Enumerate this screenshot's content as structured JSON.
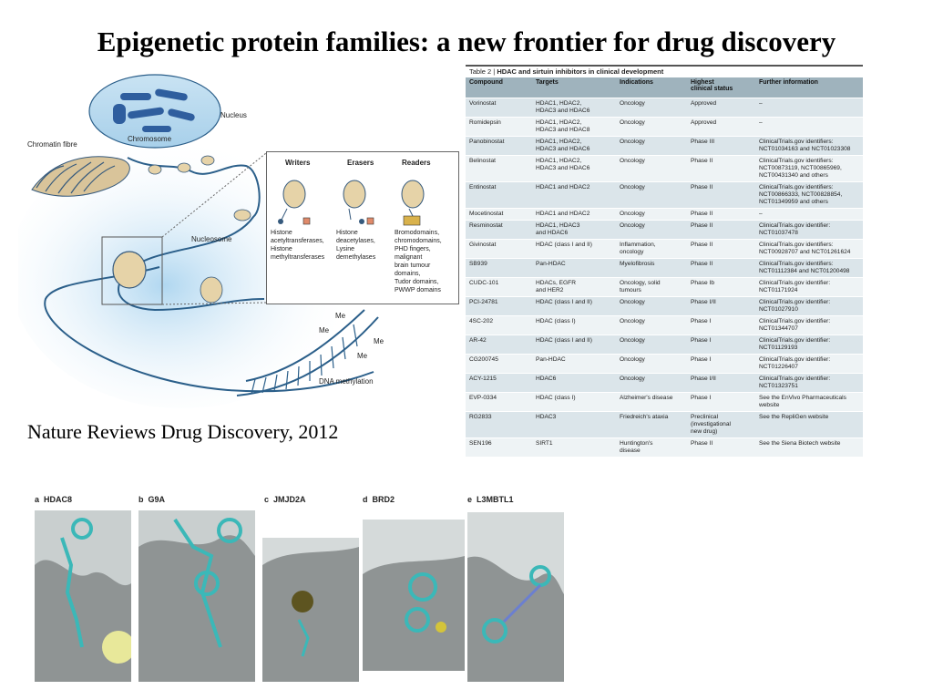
{
  "title": "Epigenetic protein families: a new frontier for drug discovery",
  "citation": "Nature Reviews Drug Discovery, 2012",
  "figure": {
    "labels": {
      "nucleus": "Nucleus",
      "chromatin_fibre": "Chromatin fibre",
      "chromosome": "Chromosome",
      "nucleosome": "Nucleosome",
      "dna_methylation": "DNA methylation",
      "me": "Me"
    },
    "writers": {
      "title": "Writers",
      "desc": "Histone\nacetyltransferases,\nHistone\nmethyltransferases"
    },
    "erasers": {
      "title": "Erasers",
      "desc": "Histone\ndeacetylases,\nLysine\ndemethylases"
    },
    "readers": {
      "title": "Readers",
      "desc": "Bromodomains,\nchromodomains,\nPHD fingers,\nmalignant\nbrain tumour\ndomains,\nTudor domains,\nPWWP domains"
    }
  },
  "table": {
    "caption_prefix": "Table 2 |",
    "caption_title": "HDAC and sirtuin inhibitors in clinical development",
    "headers": [
      "Compound",
      "Targets",
      "Indications",
      "Highest\nclinical status",
      "Further information"
    ],
    "rows": [
      [
        "Vorinostat",
        "HDAC1, HDAC2,\nHDAC3 and HDAC6",
        "Oncology",
        "Approved",
        "–"
      ],
      [
        "Romidepsin",
        "HDAC1, HDAC2,\nHDAC3 and HDAC8",
        "Oncology",
        "Approved",
        "–"
      ],
      [
        "Panobinostat",
        "HDAC1, HDAC2,\nHDAC3 and HDAC6",
        "Oncology",
        "Phase III",
        "ClinicalTrials.gov identifiers:\nNCT01034163 and NCT01023308"
      ],
      [
        "Belinostat",
        "HDAC1, HDAC2,\nHDAC3 and HDAC6",
        "Oncology",
        "Phase II",
        "ClinicalTrials.gov identifiers:\nNCT00873119, NCT00865969,\nNCT00431340 and others"
      ],
      [
        "Entinostat",
        "HDAC1 and HDAC2",
        "Oncology",
        "Phase II",
        "ClinicalTrials.gov identifiers:\nNCT00866333, NCT00828854,\nNCT01349959 and others"
      ],
      [
        "Mocetinostat",
        "HDAC1 and HDAC2",
        "Oncology",
        "Phase II",
        "–"
      ],
      [
        "Resminostat",
        "HDAC1, HDAC3\nand HDAC6",
        "Oncology",
        "Phase II",
        "ClinicalTrials.gov identifier:\nNCT01037478"
      ],
      [
        "Givinostat",
        "HDAC (class I and II)",
        "Inflammation,\noncology",
        "Phase II",
        "ClinicalTrials.gov identifiers:\nNCT00928707 and NCT01261624"
      ],
      [
        "SB939",
        "Pan-HDAC",
        "Myelofibrosis",
        "Phase II",
        "ClinicalTrials.gov identifiers:\nNCT01112384 and NCT01200498"
      ],
      [
        "CUDC-101",
        "HDACs, EGFR\nand HER2",
        "Oncology, solid\ntumours",
        "Phase Ib",
        "ClinicalTrials.gov identifier:\nNCT01171924"
      ],
      [
        "PCI-24781",
        "HDAC (class I and II)",
        "Oncology",
        "Phase I/II",
        "ClinicalTrials.gov identifier:\nNCT01027910"
      ],
      [
        "4SC-202",
        "HDAC (class I)",
        "Oncology",
        "Phase I",
        "ClinicalTrials.gov identifier:\nNCT01344707"
      ],
      [
        "AR-42",
        "HDAC (class I and II)",
        "Oncology",
        "Phase I",
        "ClinicalTrials.gov identifier:\nNCT01129193"
      ],
      [
        "CG200745",
        "Pan-HDAC",
        "Oncology",
        "Phase I",
        "ClinicalTrials.gov identifier:\nNCT01226407"
      ],
      [
        "ACY-1215",
        "HDAC6",
        "Oncology",
        "Phase I/II",
        "ClinicalTrials.gov identifier:\nNCT01323751"
      ],
      [
        "EVP-0334",
        "HDAC (class I)",
        "Alzheimer's disease",
        "Phase I",
        "See the EnVivo Pharmaceuticals\nwebsite"
      ],
      [
        "RG2833",
        "HDAC3",
        "Friedreich's ataxia",
        "Preclinical\n(investigational\nnew drug)",
        "See the RepliGen website"
      ],
      [
        "SEN196",
        "SIRT1",
        "Huntington's\ndisease",
        "Phase II",
        "See the Siena Biotech website"
      ]
    ]
  },
  "panels": [
    {
      "letter": "a",
      "name": "HDAC8"
    },
    {
      "letter": "b",
      "name": "G9A"
    },
    {
      "letter": "c",
      "name": "JMJD2A"
    },
    {
      "letter": "d",
      "name": "BRD2"
    },
    {
      "letter": "e",
      "name": "L3MBTL1"
    }
  ]
}
